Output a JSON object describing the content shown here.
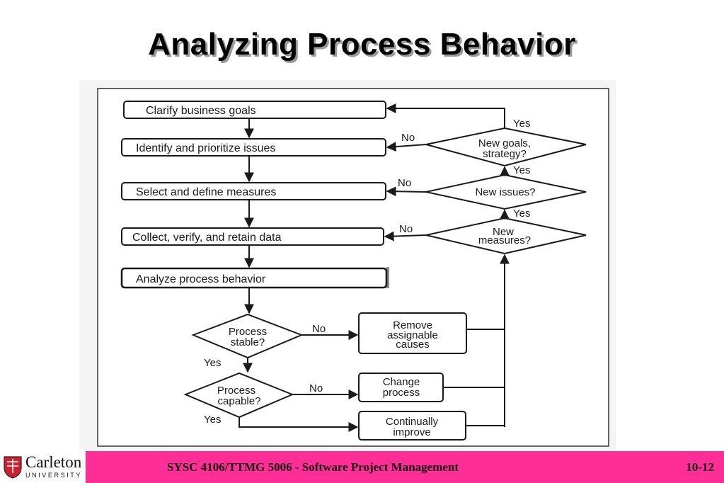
{
  "slide": {
    "title": "Analyzing Process Behavior"
  },
  "flowchart": {
    "steps": [
      "Clarify business goals",
      "Identify and prioritize issues",
      "Select and define measures",
      "Collect, verify, and retain data",
      "Analyze process behavior"
    ],
    "decisions": {
      "new_goals": [
        "New goals,",
        "strategy?"
      ],
      "new_issues": [
        "New issues?"
      ],
      "new_measures": [
        "New",
        "measures?"
      ],
      "process_stable": [
        "Process",
        "stable?"
      ],
      "process_capable": [
        "Process",
        "capable?"
      ]
    },
    "actions": {
      "remove_causes": [
        "Remove",
        "assignable",
        "causes"
      ],
      "change_process": [
        "Change",
        "process"
      ],
      "continually_improve": [
        "Continually",
        "improve"
      ]
    },
    "labels": {
      "yes": "Yes",
      "no": "No"
    }
  },
  "footer": {
    "logo_name": "Carleton",
    "logo_subtitle": "UNIVERSITY",
    "course": "SYSC 4106/TTMG 5006 - Software Project Management",
    "page_number": "10-12"
  },
  "colors": {
    "footer_bar": "#ff2d96",
    "logo_red": "#d11f2f"
  }
}
